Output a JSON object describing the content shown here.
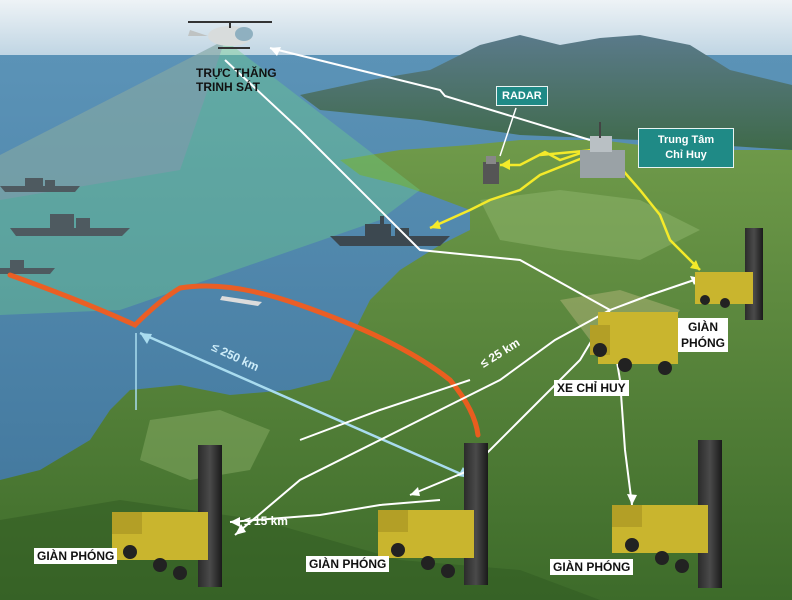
{
  "helicopter": {
    "line1": "TRỰC THĂNG",
    "line2": "TRINH SÁT"
  },
  "radar_label": "RADAR",
  "command_center": {
    "line1": "Trung Tâm",
    "line2": "Chỉ Huy"
  },
  "command_vehicle_label": "XE CHỈ HUY",
  "launcher_labels": {
    "right_upper": {
      "line1": "GIÀN",
      "line2": "PHÓNG"
    },
    "bottom_left": "GIÀN PHÓNG",
    "bottom_middle": "GIÀN PHÓNG",
    "bottom_right": "GIÀN PHÓNG"
  },
  "distances": {
    "range_missile": "≤ 250 km",
    "range_link": "≤ 25 km",
    "range_launcher": "≤ 15 km"
  },
  "colors": {
    "sea": "#4f87ab",
    "sky": "#dfe9ef",
    "land": "#5e8b3e",
    "missile_trail": "#f25c1e",
    "data_link_yellow": "#f4ea2a",
    "teal_box": "#1f8a86",
    "radar_cone_purple": "#a070c8",
    "radar_cone_green": "#6fd08a"
  }
}
